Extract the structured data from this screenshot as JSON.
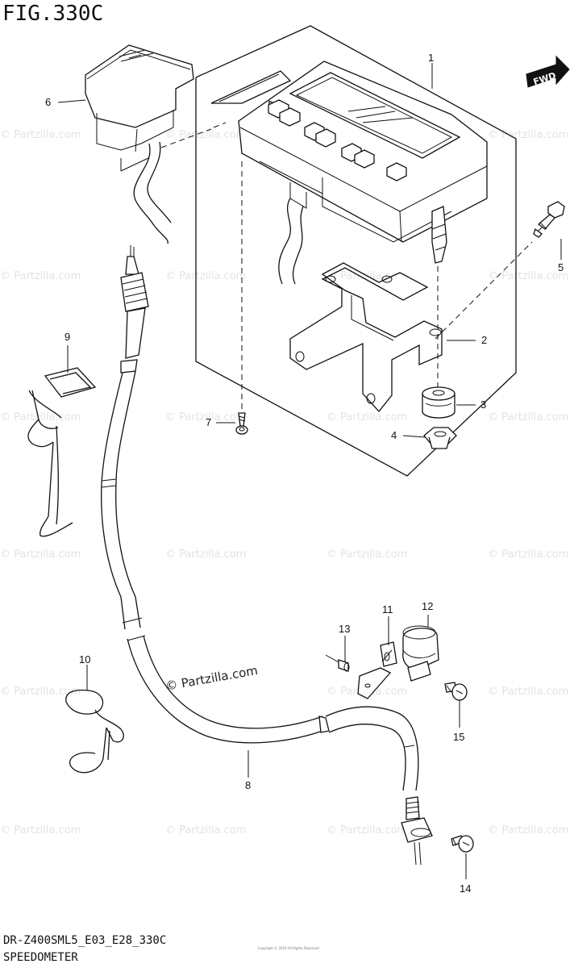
{
  "figure_title": "FIG.330C",
  "footer": {
    "model_code": "DR-Z400SML5_E03_E28_330C",
    "section_name": "SPEEDOMETER"
  },
  "direction_badge": "FWD",
  "watermark": {
    "text": "© Partzilla.com",
    "center_text": "© Partzilla.com"
  },
  "copyright_text": "Copyright © 2019 All Rights Reserved",
  "parts": [
    {
      "ref": "1",
      "component": "speedometer assembly"
    },
    {
      "ref": "2",
      "component": "mounting bracket"
    },
    {
      "ref": "3",
      "component": "grommet"
    },
    {
      "ref": "4",
      "component": "nut"
    },
    {
      "ref": "5",
      "component": "bolt"
    },
    {
      "ref": "6",
      "component": "cover"
    },
    {
      "ref": "7",
      "component": "screw"
    },
    {
      "ref": "8",
      "component": "speedometer cable"
    },
    {
      "ref": "9",
      "component": "wire clamp"
    },
    {
      "ref": "10",
      "component": "clamp"
    },
    {
      "ref": "11",
      "component": "bracket"
    },
    {
      "ref": "12",
      "component": "clamp"
    },
    {
      "ref": "13",
      "component": "pin"
    },
    {
      "ref": "14",
      "component": "screw"
    },
    {
      "ref": "15",
      "component": "screw"
    }
  ]
}
